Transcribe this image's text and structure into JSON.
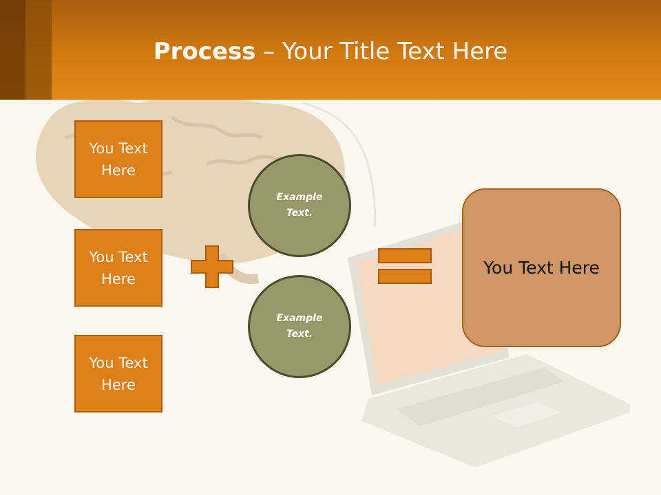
{
  "slide": {
    "title_bold": "Process",
    "title_rest": " – Your Title Text Here",
    "boxes": [
      {
        "label": "You Text Here"
      },
      {
        "label": "You Text Here"
      },
      {
        "label": "You Text Here"
      }
    ],
    "circles": [
      {
        "label": "Example Text."
      },
      {
        "label": "Example Text."
      }
    ],
    "result": {
      "label": "You Text Here"
    },
    "colors": {
      "header": "#d27a12",
      "box_fill": "#df7f17",
      "circle_fill": "#989868",
      "result_fill": "#cf9765",
      "background": "#fdf8ef"
    }
  }
}
